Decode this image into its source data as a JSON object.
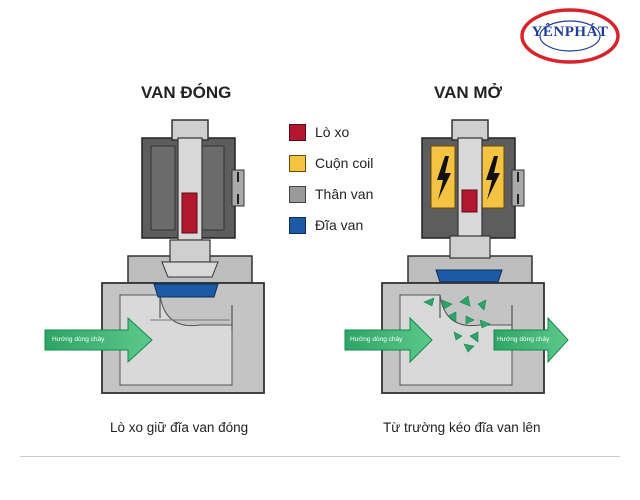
{
  "logo": {
    "text": "YÊNPHÁT",
    "ring_color": "#d8232a",
    "text_color": "#1f3e9a"
  },
  "closed_valve": {
    "title": "VAN ĐÓNG",
    "caption": "Lò xo giữ đĩa van đóng",
    "flow_label": "Hướng dòng chảy"
  },
  "open_valve": {
    "title": "VAN MỞ",
    "caption": "Từ trường kéo đĩa van lên",
    "flow_label_in": "Hướng dòng chảy",
    "flow_label_out": "Hướng dòng chảy"
  },
  "legend": {
    "items": [
      {
        "label": "Lò xo",
        "color": "#b1182f"
      },
      {
        "label": "Cuộn coil",
        "color": "#f5c342"
      },
      {
        "label": "Thân van",
        "color": "#9a9a9a"
      },
      {
        "label": "Đĩa van",
        "color": "#1c5aa6"
      }
    ]
  },
  "colors": {
    "body": "#c4c4c4",
    "body_dark": "#6e6e6e",
    "coil_housing": "#5d5d5d",
    "arrow": "#33b06b",
    "arrow_dark": "#138a4b",
    "bolt": "#111111"
  }
}
